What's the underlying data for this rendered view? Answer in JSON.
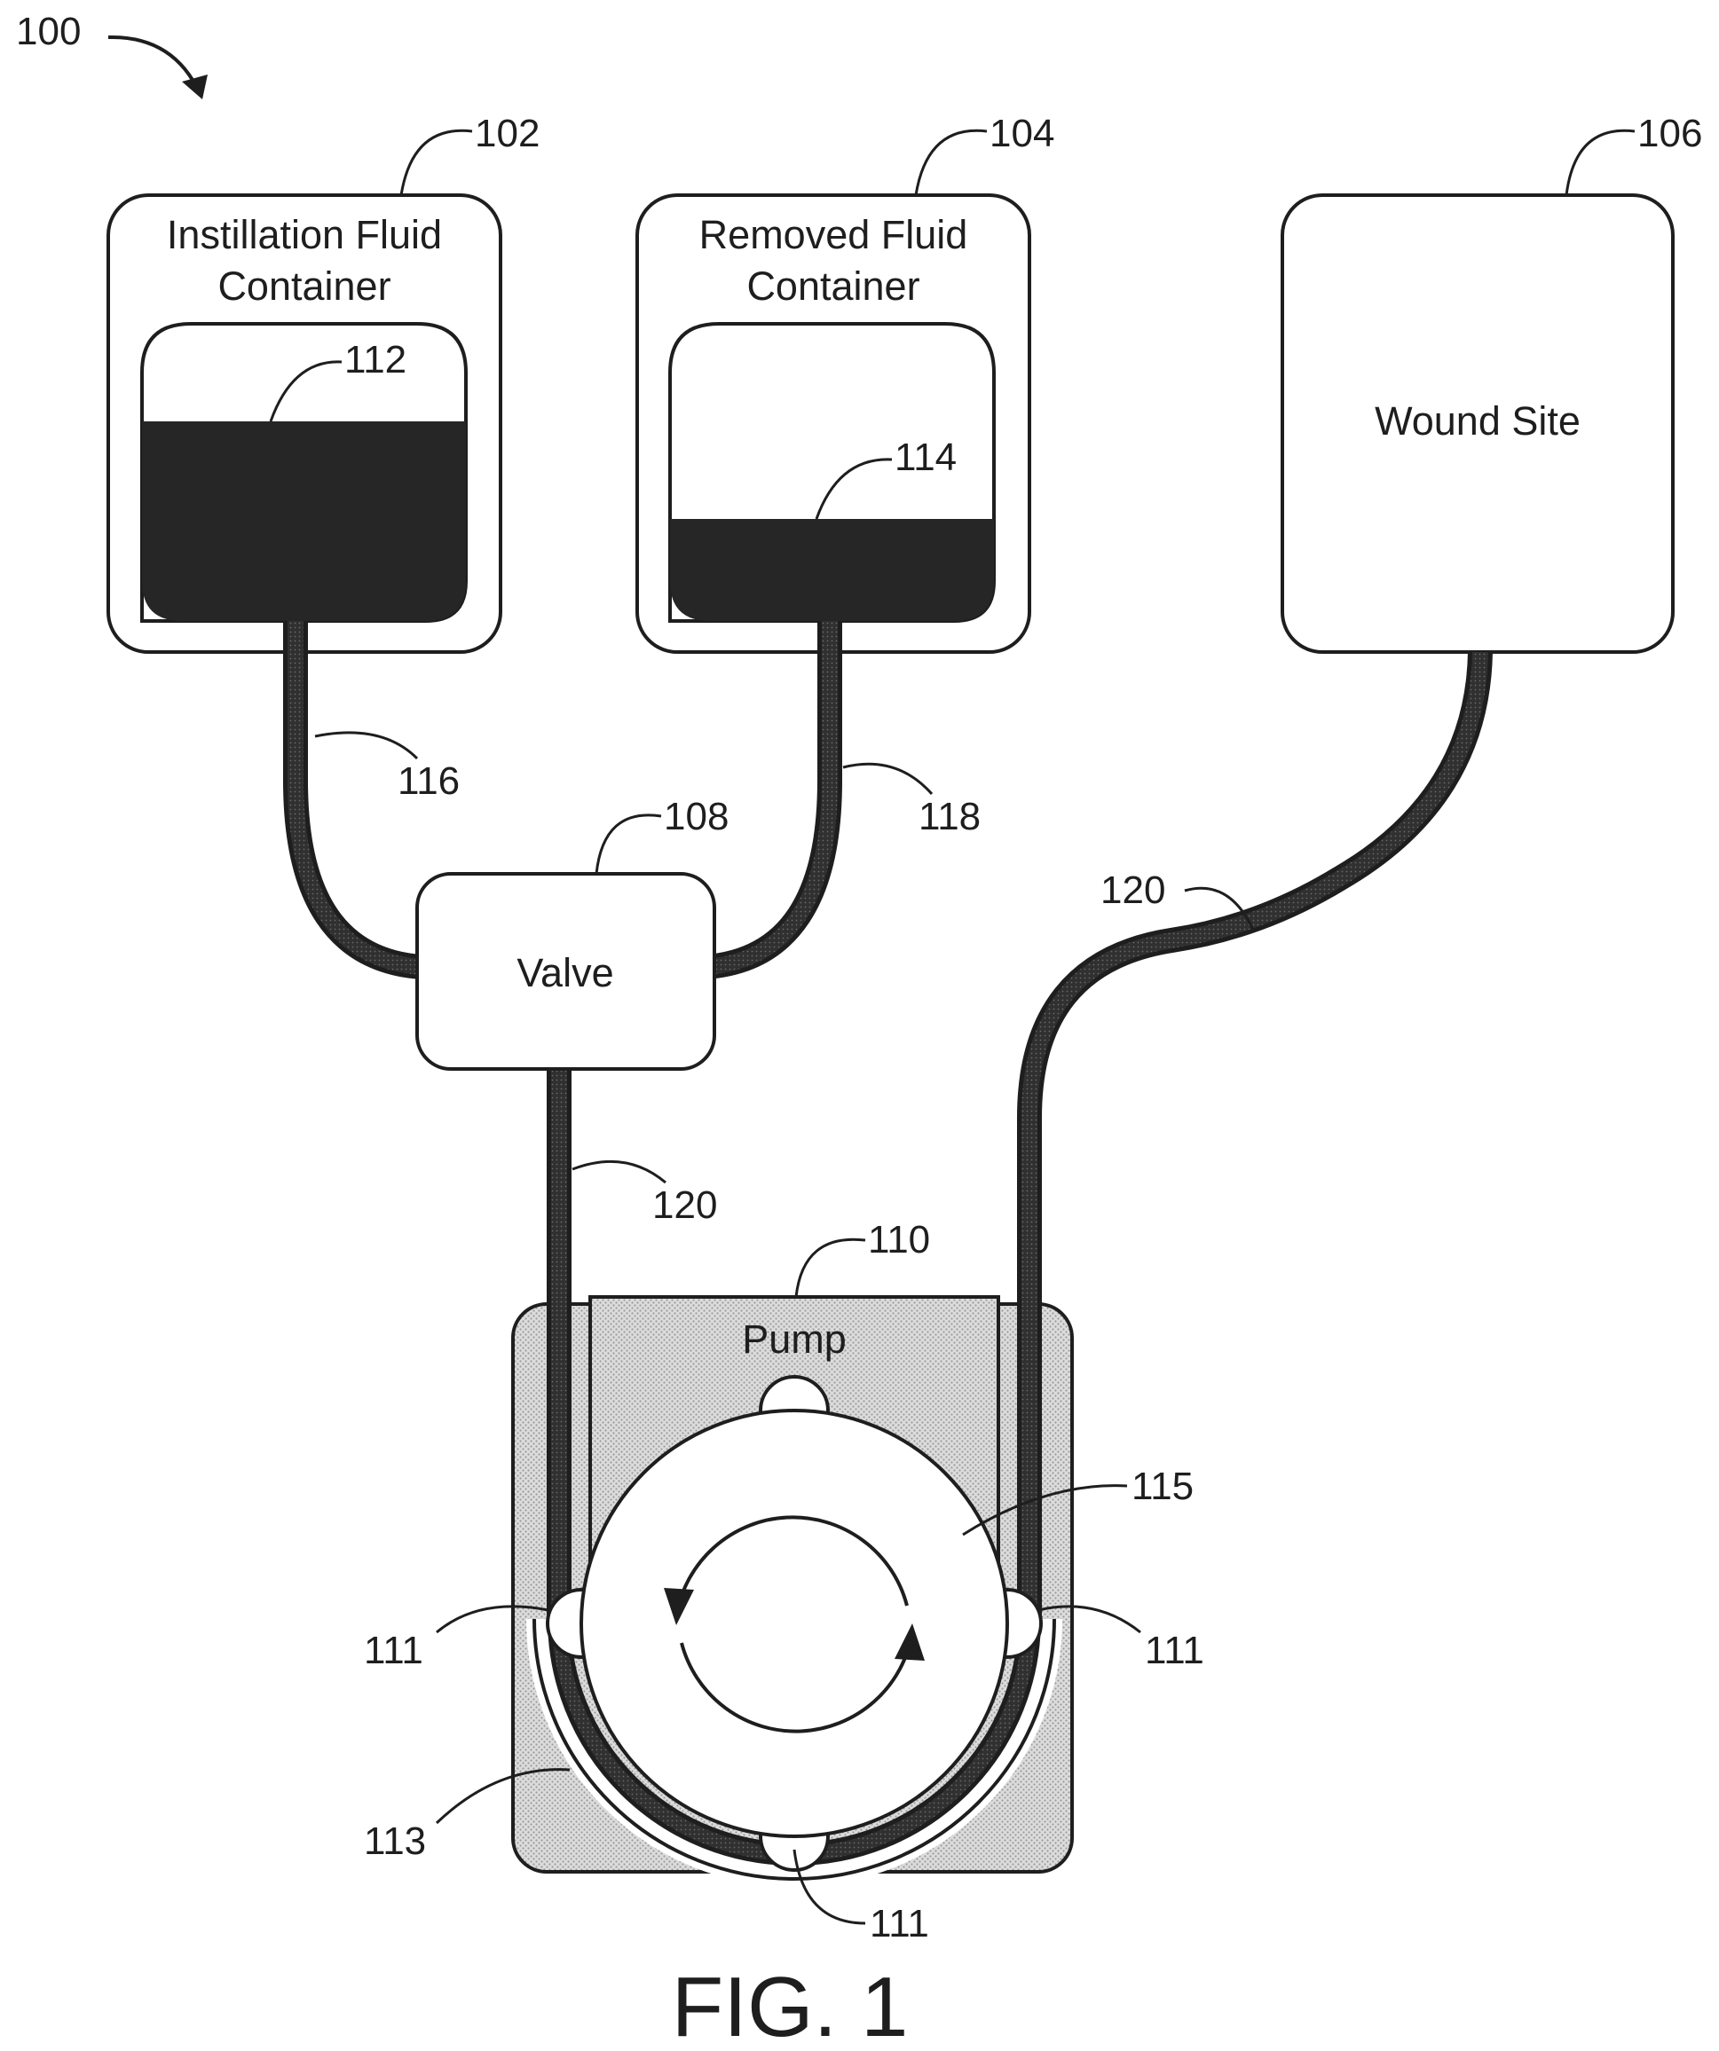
{
  "figure": {
    "system_ref": "100",
    "caption": "FIG. 1"
  },
  "instillation_container": {
    "ref": "102",
    "title_line1": "Instillation Fluid",
    "title_line2": "Container",
    "fluid_ref": "112"
  },
  "removed_container": {
    "ref": "104",
    "title_line1": "Removed Fluid",
    "title_line2": "Container",
    "fluid_ref": "114"
  },
  "wound_site": {
    "ref": "106",
    "title": "Wound Site"
  },
  "valve": {
    "ref": "108",
    "title": "Valve"
  },
  "pump": {
    "ref": "110",
    "title": "Pump",
    "roller_ref": "111",
    "tube_guide_ref": "113",
    "rotor_ref": "115"
  },
  "tubes": {
    "instillation_tube_ref": "116",
    "removal_tube_ref": "118",
    "valve_pump_tube_ref": "120",
    "pump_wound_tube_ref": "120"
  },
  "colors": {
    "line": "#1e1e1e",
    "fluid": "#262626",
    "pump_fill": "#d6d6d6",
    "background": "#ffffff"
  }
}
